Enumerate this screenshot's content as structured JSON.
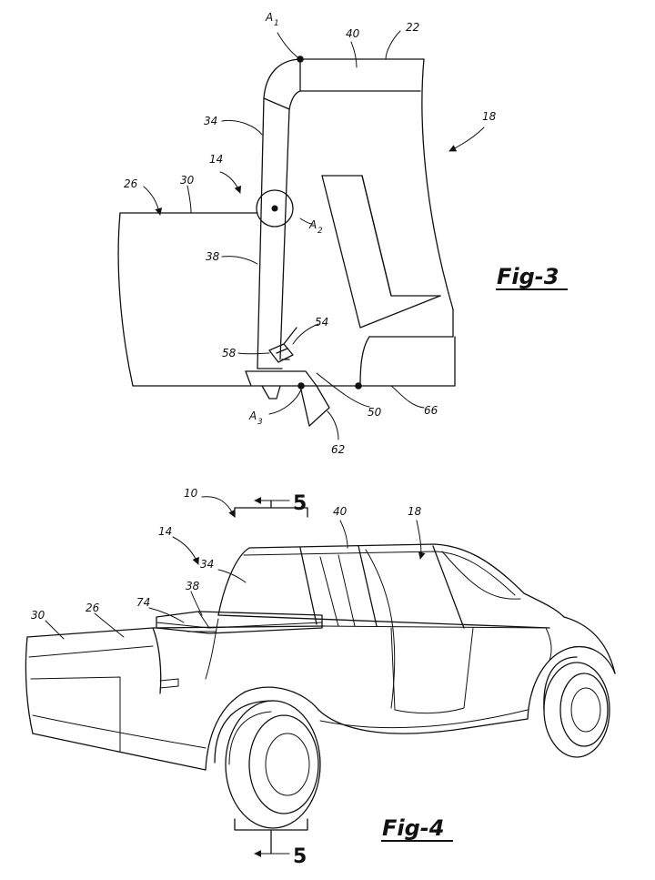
{
  "fig3": {
    "caption": "Fig-3",
    "refs": {
      "r22": "22",
      "r40": "40",
      "r18": "18",
      "r34": "34",
      "r14": "14",
      "r26": "26",
      "r30": "30",
      "r38": "38",
      "r54": "54",
      "r58": "58",
      "r50": "50",
      "r66": "66",
      "r62": "62"
    },
    "axes": {
      "a1": {
        "base": "A",
        "sub": "1"
      },
      "a2": {
        "base": "A",
        "sub": "2"
      },
      "a3": {
        "base": "A",
        "sub": "3"
      }
    }
  },
  "fig4": {
    "caption": "Fig-4",
    "section_top": "5",
    "section_bottom": "5",
    "refs": {
      "r10": "10",
      "r40": "40",
      "r18": "18",
      "r14": "14",
      "r34": "34",
      "r38": "38",
      "r74": "74",
      "r30": "30",
      "r26": "26"
    }
  }
}
